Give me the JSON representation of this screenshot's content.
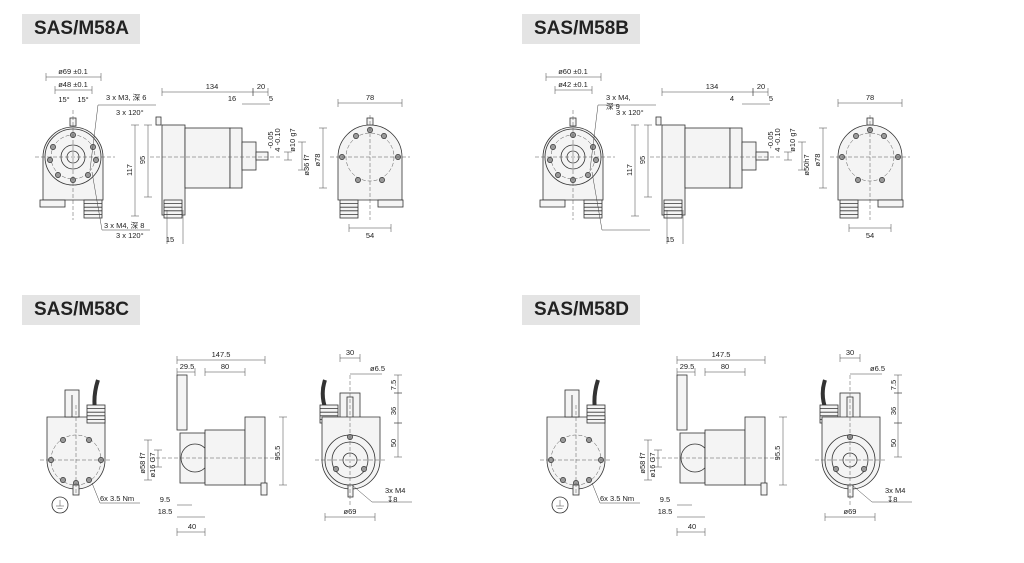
{
  "quadrants": [
    {
      "title": "SAS/M58A",
      "type": "shaft",
      "labels": {
        "d_outer": "ø69 ±0.1",
        "d_inner": "ø48 ±0.1",
        "angle_left": "15°",
        "angle_right": "15°",
        "thread_top": "3 x M3, 深 6",
        "thread_top_2": "",
        "thread_top_angle": "3 x 120°",
        "thread_bottom": "3 x M4, 深 8",
        "thread_bottom_angle": "3 x 120°",
        "len_total": "134",
        "len_shaft": "20",
        "len_a": "16",
        "len_b": "5",
        "h_total": "117",
        "h_body": "95",
        "tol": "-0.05",
        "key": "4 -0.10",
        "d_shaft": "ø10 g7",
        "d_spigot": "ø36 f7",
        "d_body": "ø78",
        "conn": "15",
        "width": "78",
        "foot": "54"
      }
    },
    {
      "title": "SAS/M58B",
      "type": "shaft",
      "labels": {
        "d_outer": "ø60 ±0.1",
        "d_inner": "ø42 ±0.1",
        "angle_left": "",
        "angle_right": "",
        "thread_top": "3 x M4,",
        "thread_top_2": "深  9",
        "thread_top_angle": "3 x 120°",
        "thread_bottom": "",
        "thread_bottom_angle": "",
        "len_total": "134",
        "len_shaft": "20",
        "len_a": "4",
        "len_b": "5",
        "h_total": "117",
        "h_body": "95",
        "tol": "-0.05",
        "key": "4 -0.10",
        "d_shaft": "ø10 g7",
        "d_spigot": "ø50h7",
        "d_body": "ø78",
        "conn": "15",
        "width": "78",
        "foot": "54"
      }
    },
    {
      "title": "SAS/M58C",
      "type": "hollow",
      "labels": {
        "torque": "6x 3.5 Nm",
        "len_total": "147.5",
        "len_a": "29.5",
        "len_b": "80",
        "d_flange": "ø58 f7",
        "d_bore": "ø16 G7",
        "h_body": "95.5",
        "off_a": "9.5",
        "off_b": "18.5",
        "depth": "40",
        "width": "30",
        "d_hole": "ø6.5",
        "v_a": "7.5",
        "v_b": "36",
        "v_c": "50",
        "thread": "3x M4",
        "thread_depth": "↧8",
        "d_outer": "ø69"
      }
    },
    {
      "title": "SAS/M58D",
      "type": "hollow",
      "labels": {
        "torque": "6x 3.5 Nm",
        "len_total": "147.5",
        "len_a": "29.5",
        "len_b": "80",
        "d_flange": "ø58 f7",
        "d_bore": "ø16 G7",
        "h_body": "95.5",
        "off_a": "9.5",
        "off_b": "18.5",
        "depth": "40",
        "width": "30",
        "d_hole": "ø6.5",
        "v_a": "7.5",
        "v_b": "36",
        "v_c": "50",
        "thread": "3x M4",
        "thread_depth": "↧8",
        "d_outer": "ø69"
      }
    }
  ]
}
